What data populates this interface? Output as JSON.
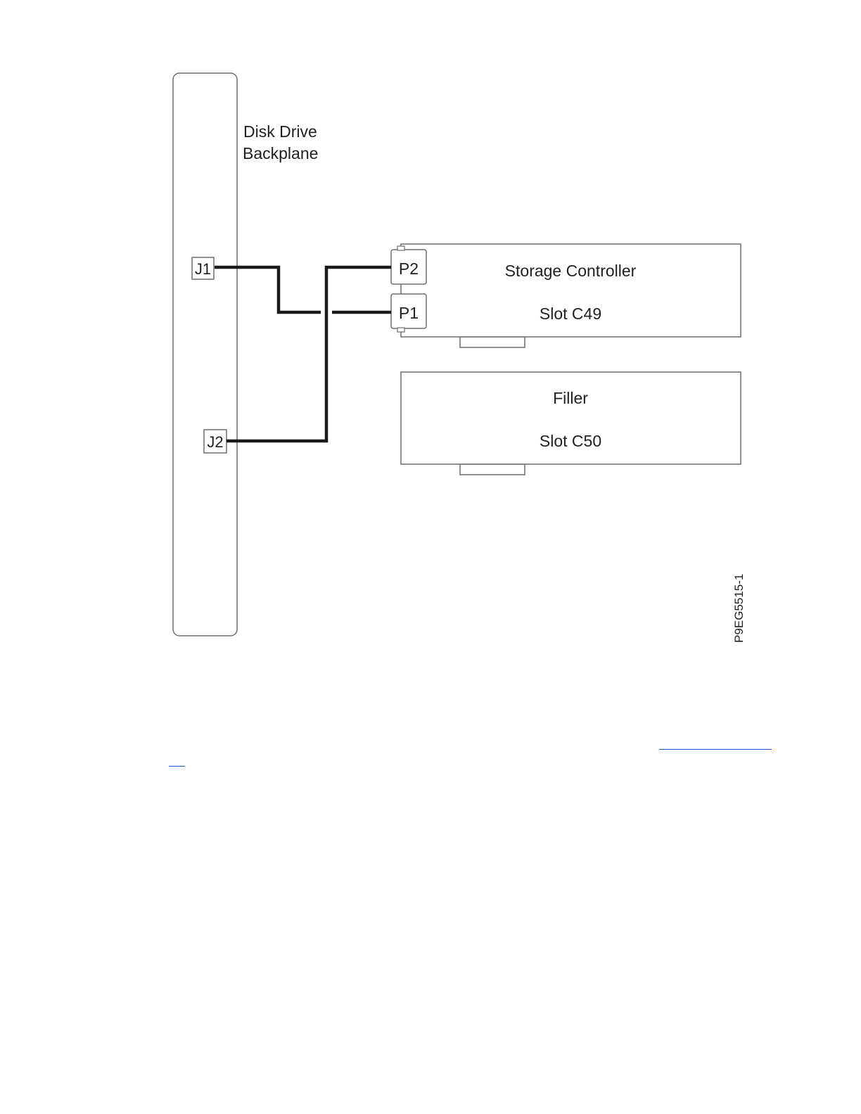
{
  "diagram": {
    "backplane": {
      "label_line1": "Disk Drive",
      "label_line2": "Backplane",
      "connectors": {
        "j1": "J1",
        "j2": "J2"
      }
    },
    "storage_controller": {
      "title": "Storage Controller",
      "slot": "Slot C49",
      "ports": {
        "p1": "P1",
        "p2": "P2"
      }
    },
    "filler": {
      "title": "Filler",
      "slot": "Slot C50"
    },
    "figure_id": "P9EG5515-1"
  },
  "colors": {
    "outline": "#6d6e71",
    "cable": "#1a1a1a",
    "text": "#231f20",
    "link": "#1a4fd6"
  }
}
